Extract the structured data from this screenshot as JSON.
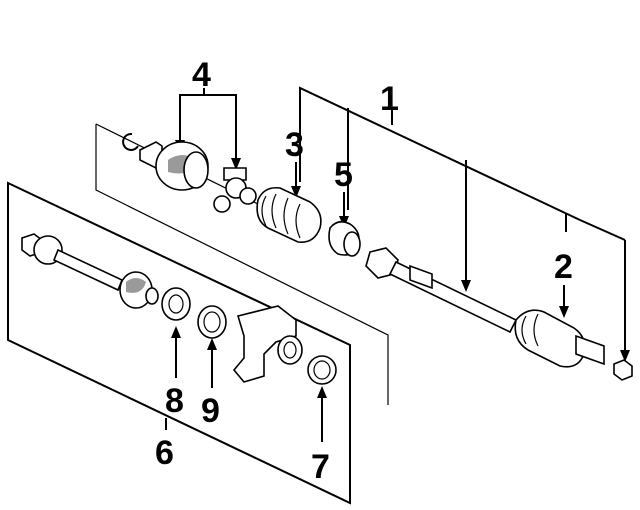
{
  "callouts": {
    "c1": "1",
    "c2": "2",
    "c3": "3",
    "c4": "4",
    "c5": "5",
    "c6": "6",
    "c7": "7",
    "c8": "8",
    "c9": "9"
  },
  "icons": [
    "cv-joint-outer",
    "cv-joint-inner",
    "boot",
    "dynamic-damper",
    "axle-shaft",
    "bearing",
    "circlip",
    "spring-clip",
    "nut",
    "bearing-support"
  ]
}
